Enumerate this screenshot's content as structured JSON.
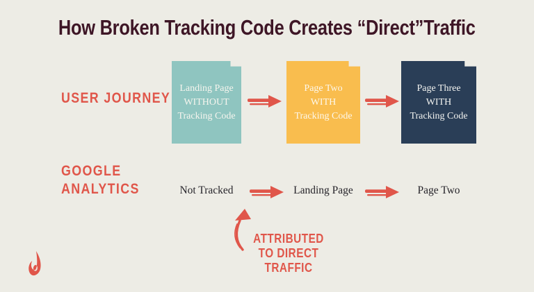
{
  "title": "How Broken Tracking Code Creates “Direct”Traffic",
  "labels": {
    "user_journey": "USER JOURNEY",
    "google_analytics_line1": "GOOGLE",
    "google_analytics_line2": "ANALYTICS"
  },
  "user_journey_cards": [
    {
      "lines": [
        "Landing Page",
        "WITHOUT",
        "Tracking Code"
      ],
      "bg": "#8fc5c0"
    },
    {
      "lines": [
        "Page Two",
        "WITH",
        "Tracking Code"
      ],
      "bg": "#f9bd4e"
    },
    {
      "lines": [
        "Page Three",
        "WITH",
        "Tracking Code"
      ],
      "bg": "#2a3e57"
    }
  ],
  "analytics_row": {
    "items": [
      "Not Tracked",
      "Landing Page",
      "Page Two"
    ]
  },
  "annotation": {
    "lines": [
      "ATTRIBUTED",
      "TO DIRECT",
      "TRAFFIC"
    ]
  },
  "colors": {
    "background": "#edece5",
    "title_text": "#3e1626",
    "accent_red": "#e0564a",
    "card_teal": "#8fc5c0",
    "card_yellow": "#f9bd4e",
    "card_navy": "#2a3e57",
    "body_text": "#26242a"
  },
  "icons": {
    "straight_arrow": "right-arrow",
    "curved_arrow": "curved-up-arrow",
    "logo": "flame-logo"
  }
}
